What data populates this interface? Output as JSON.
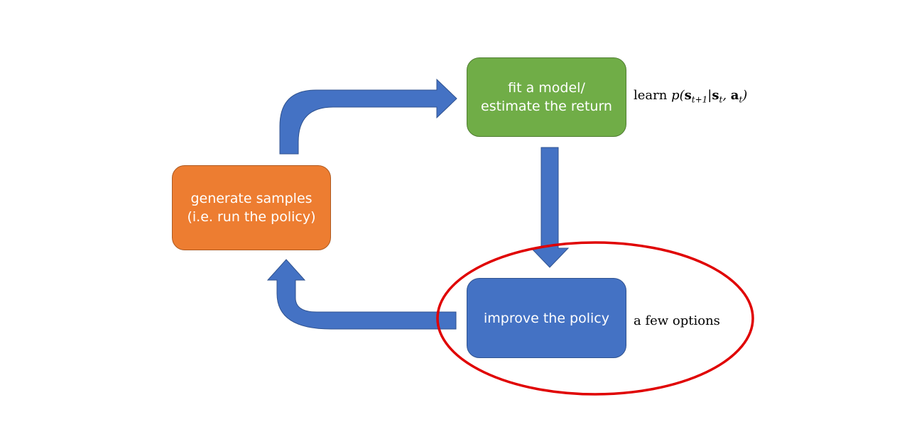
{
  "nodes": {
    "generate": {
      "line1": "generate samples",
      "line2": "(i.e. run the policy)",
      "color": "#ed7d31"
    },
    "fit": {
      "line1": "fit a model/",
      "line2": "estimate the return",
      "color": "#70ad47"
    },
    "improve": {
      "label": "improve the policy",
      "color": "#4472c4"
    }
  },
  "annotations": {
    "learn_prefix": "learn ",
    "learn_formula": "p(s_{t+1}|s_t, a_t)",
    "few_options": "a few options"
  },
  "colors": {
    "arrow": "#4472c4",
    "highlight_ellipse": "#e00000"
  }
}
